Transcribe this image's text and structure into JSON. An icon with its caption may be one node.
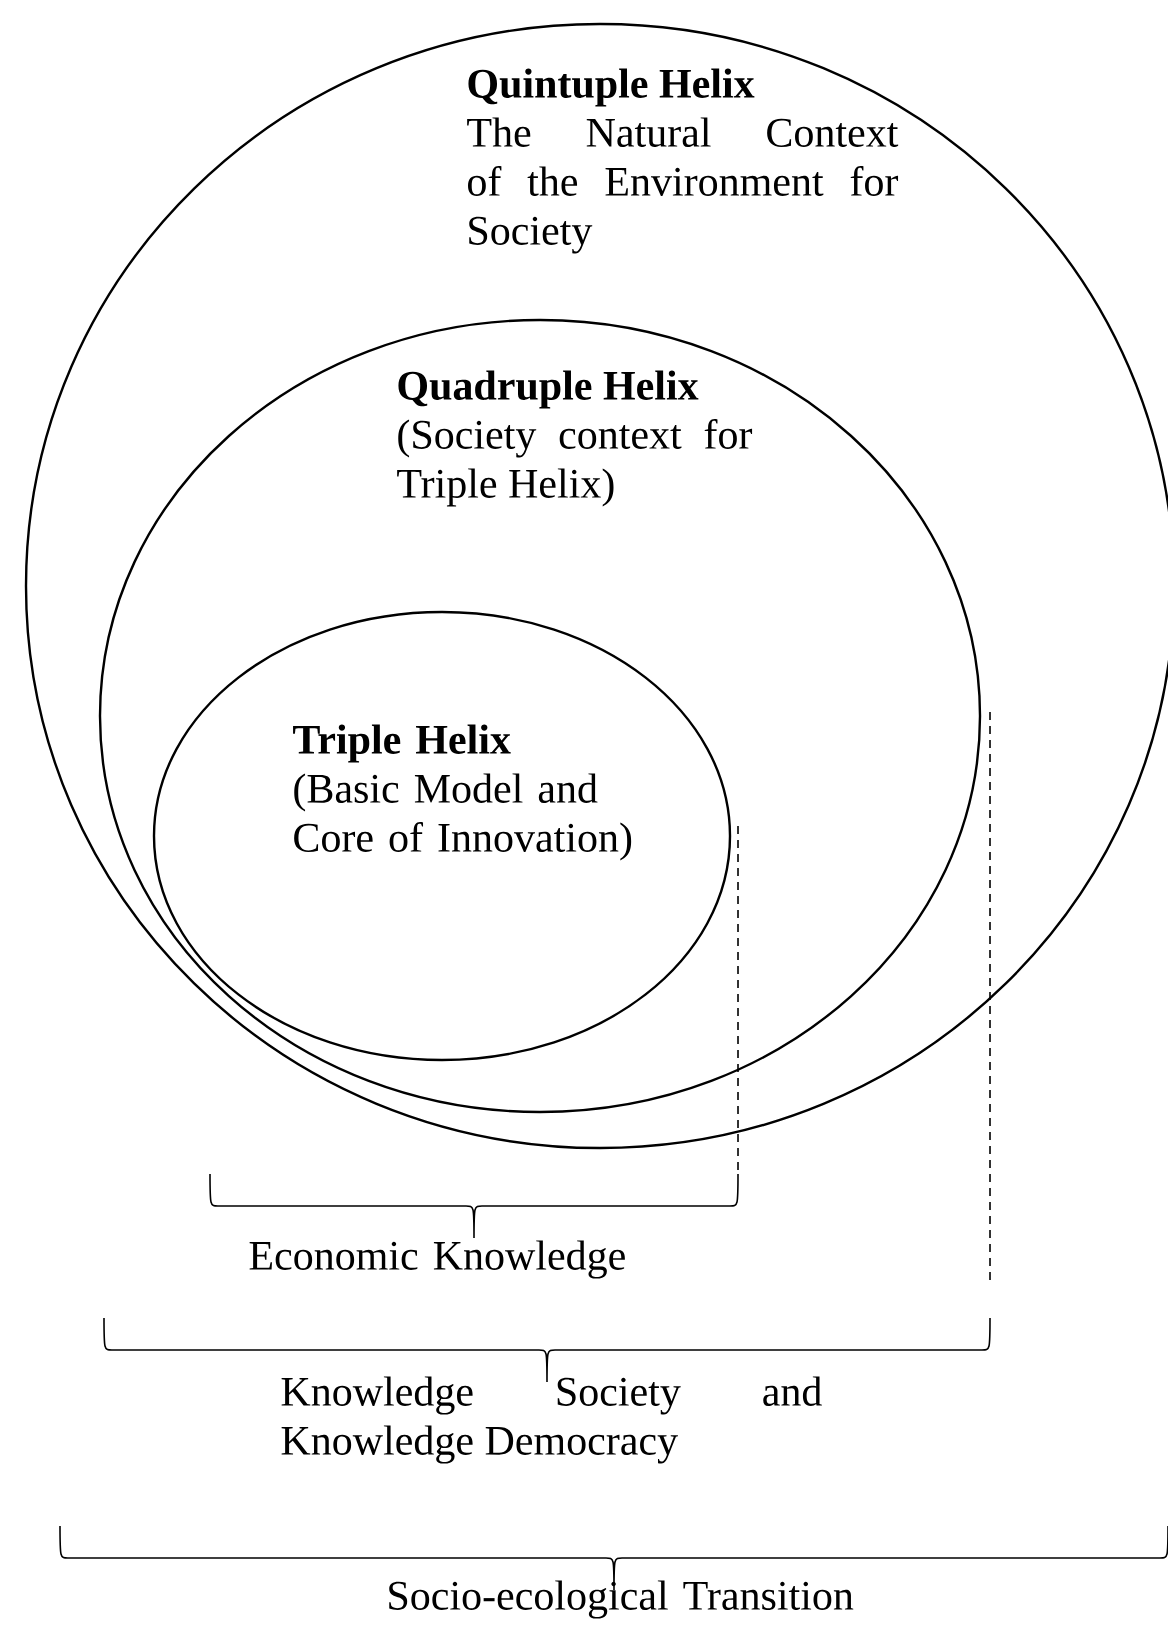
{
  "diagram": {
    "nodes": [
      {
        "text": [
          "Quintuple Helix",
          "The Natural Context of the Environment for Society"
        ]
      },
      {
        "text": [
          "Quadruple Helix",
          "(Society context for Triple Helix)"
        ],
        "in": 0
      },
      {
        "text": [
          "Triple Helix",
          "(Basic Model and Core of Innovation)"
        ],
        "in": 1
      }
    ],
    "labels": [
      "Economic Knowledge",
      "Knowledge Society and Knowledge Democracy",
      "Socio-ecological Transition"
    ]
  }
}
